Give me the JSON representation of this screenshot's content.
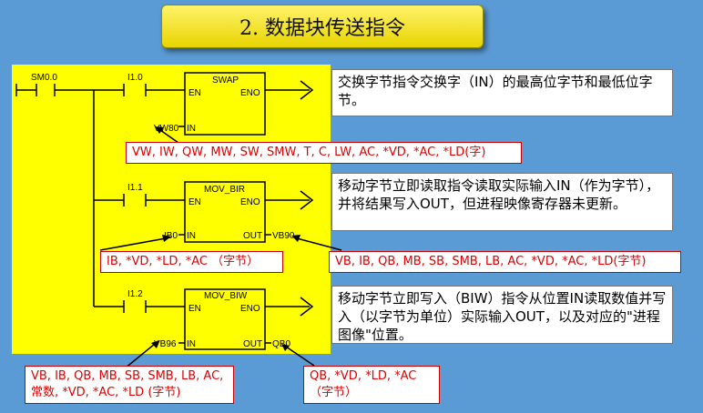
{
  "title": "2. 数据块传送指令",
  "rungs": [
    {
      "contact1": "SM0.0",
      "contact2": "I1.0",
      "box": "SWAP",
      "en": "EN",
      "eno": "ENO",
      "in_operand": "VW80",
      "in_pin": "IN",
      "description": "交换字节指令交换字（IN）的最高位字节和最低位字节。",
      "operands": "VW, IW, QW, MW, SW, SMW, T, C, LW, AC, *VD, *AC, *LD(字)"
    },
    {
      "contact2": "I1.1",
      "box": "MOV_BIR",
      "en": "EN",
      "eno": "ENO",
      "in_operand": "IB0",
      "in_pin": "IN",
      "out_pin": "OUT",
      "out_operand": "VB90",
      "description": "移动字节立即读取指令读取实际输入IN（作为字节），并将结果写入OUT，但进程映像寄存器未更新。",
      "in_operands": "IB, *VD, *LD, *AC （字节）",
      "out_operands": "VB, IB, QB, MB, SB, SMB, LB, AC, *VD, *AC, *LD(字节)"
    },
    {
      "contact2": "I1.2",
      "box": "MOV_BIW",
      "en": "EN",
      "eno": "ENO",
      "in_operand": "VB96",
      "in_pin": "IN",
      "out_pin": "OUT",
      "out_operand": "QB0",
      "description": "移动字节立即写入（BIW）指令从位置IN读取数值并写入（以字节为单位）实际输入OUT，以及对应的\"进程图像\"位置。",
      "in_operands": "VB, IB, QB, MB, SB, SMB, LB, AC, 常数, *VD, *AC, *LD (字节)",
      "out_operands": "QB, *VD, *LD, *AC （字节）"
    }
  ]
}
